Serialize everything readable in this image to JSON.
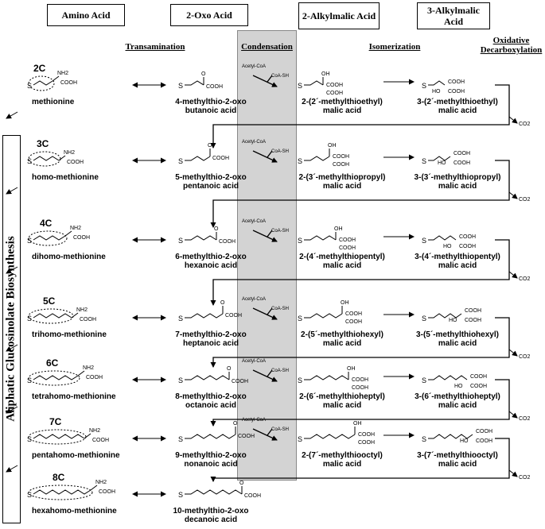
{
  "headers": {
    "amino_acid": "Amino Acid",
    "oxo_acid": "2-Oxo Acid",
    "alkylmalic_2": "2-Alkylmalic Acid",
    "alkylmalic_3": "3-Alkylmalic Acid"
  },
  "stages": {
    "transamination": "Transamination",
    "condensation": "Condensation",
    "isomerization": "Isomerization",
    "oxidative_decarboxylation": "Oxidative Decarboxylation"
  },
  "side_title": "Aliphatic Glucosinolate Biosynthesis",
  "reagents": {
    "acetyl_coa": "Acetyl-CoA",
    "coa_sh": "CoA-SH",
    "co2": "CO2"
  },
  "struct_text": {
    "nh2": "NH2",
    "cooh": "COOH",
    "oh": "OH",
    "ho": "HO",
    "s": "S",
    "o": "O"
  },
  "rows": [
    {
      "chain": "2C",
      "amino": "methionine",
      "oxo_1": "4-methylthio-2-oxo",
      "oxo_2": "butanoic acid",
      "m2_1": "2-(2´-methylthioethyl)",
      "m2_2": "malic acid",
      "m3_1": "3-(2´-methylthioethyl)",
      "m3_2": "malic acid"
    },
    {
      "chain": "3C",
      "amino": "homo-methionine",
      "oxo_1": "5-methylthio-2-oxo",
      "oxo_2": "pentanoic acid",
      "m2_1": "2-(3´-methylthiopropyl)",
      "m2_2": "malic acid",
      "m3_1": "3-(3´-methylthiopropyl)",
      "m3_2": "malic acid"
    },
    {
      "chain": "4C",
      "amino": "dihomo-methionine",
      "oxo_1": "6-methylthio-2-oxo",
      "oxo_2": "hexanoic acid",
      "m2_1": "2-(4´-methylthiopentyl)",
      "m2_2": "malic acid",
      "m3_1": "3-(4´-methylthiopentyl)",
      "m3_2": "malic acid"
    },
    {
      "chain": "5C",
      "amino": "trihomo-methionine",
      "oxo_1": "7-methylthio-2-oxo",
      "oxo_2": "heptanoic acid",
      "m2_1": "2-(5´-methylthiohexyl)",
      "m2_2": "malic acid",
      "m3_1": "3-(5´-methylthiohexyl)",
      "m3_2": "malic acid"
    },
    {
      "chain": "6C",
      "amino": "tetrahomo-methionine",
      "oxo_1": "8-methylthio-2-oxo",
      "oxo_2": "octanoic acid",
      "m2_1": "2-(6´-methylthioheptyl)",
      "m2_2": "malic acid",
      "m3_1": "3-(6´-methylthioheptyl)",
      "m3_2": "malic acid"
    },
    {
      "chain": "7C",
      "amino": "pentahomo-methionine",
      "oxo_1": "9-methylthio-2-oxo",
      "oxo_2": "nonanoic acid",
      "m2_1": "2-(7´-methylthiooctyl)",
      "m2_2": "malic acid",
      "m3_1": "3-(7´-methylthiooctyl)",
      "m3_2": "malic acid"
    },
    {
      "chain": "8C",
      "amino": "hexahomo-methionine",
      "oxo_1": "10-methylthio-2-oxo",
      "oxo_2": "decanoic acid"
    }
  ]
}
